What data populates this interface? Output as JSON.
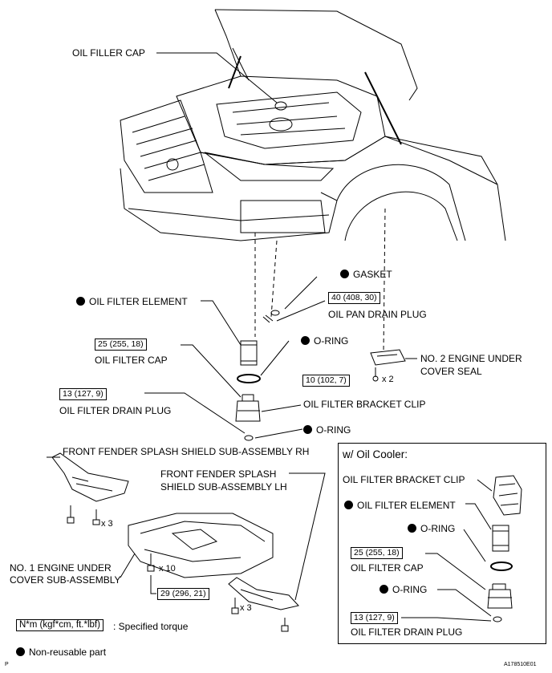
{
  "labels": {
    "oil_filler_cap": "OIL FILLER CAP",
    "gasket": "GASKET",
    "oil_filter_element": "OIL FILTER ELEMENT",
    "oil_pan_drain_plug": "OIL PAN DRAIN PLUG",
    "o_ring_1": "O-RING",
    "oil_filter_cap": "OIL FILTER CAP",
    "no2_engine_under_cover_seal_1": "NO. 2 ENGINE UNDER",
    "no2_engine_under_cover_seal_2": "COVER SEAL",
    "oil_filter_bracket_clip": "OIL FILTER BRACKET CLIP",
    "oil_filter_drain_plug": "OIL FILTER DRAIN PLUG",
    "o_ring_2": "O-RING",
    "front_fender_rh": "FRONT FENDER SPLASH SHIELD SUB-ASSEMBLY RH",
    "front_fender_lh_1": "FRONT FENDER SPLASH",
    "front_fender_lh_2": "SHIELD SUB-ASSEMBLY LH",
    "no1_engine_under_cover_1": "NO. 1 ENGINE UNDER",
    "no1_engine_under_cover_2": "COVER SUB-ASSEMBLY"
  },
  "torques": {
    "oil_pan_drain_plug": "40 (408, 30)",
    "oil_filter_cap": "25 (255, 18)",
    "seal_bolt": "10 (102, 7)",
    "oil_filter_drain_plug": "13 (127, 9)",
    "under_cover_bolt": "29 (296, 21)"
  },
  "quantities": {
    "seal_bolts": "x 2",
    "rh_bolts": "x 3",
    "under_cover_bolts": "x 10",
    "lh_bolts": "x 3"
  },
  "oil_cooler_box": {
    "title": "w/ Oil Cooler:",
    "bracket_clip": "OIL FILTER BRACKET CLIP",
    "filter_element": "OIL FILTER ELEMENT",
    "o_ring_1": "O-RING",
    "torque_cap": "25 (255, 18)",
    "filter_cap": "OIL FILTER CAP",
    "o_ring_2": "O-RING",
    "torque_drain": "13 (127, 9)",
    "drain_plug": "OIL FILTER DRAIN PLUG"
  },
  "legend": {
    "torque_unit": "N*m (kgf*cm, ft.*lbf)",
    "torque_desc": ": Specified torque",
    "non_reusable": "Non-reusable part"
  },
  "footer": {
    "corner_letter": "P",
    "figure_code": "A178510E01"
  }
}
